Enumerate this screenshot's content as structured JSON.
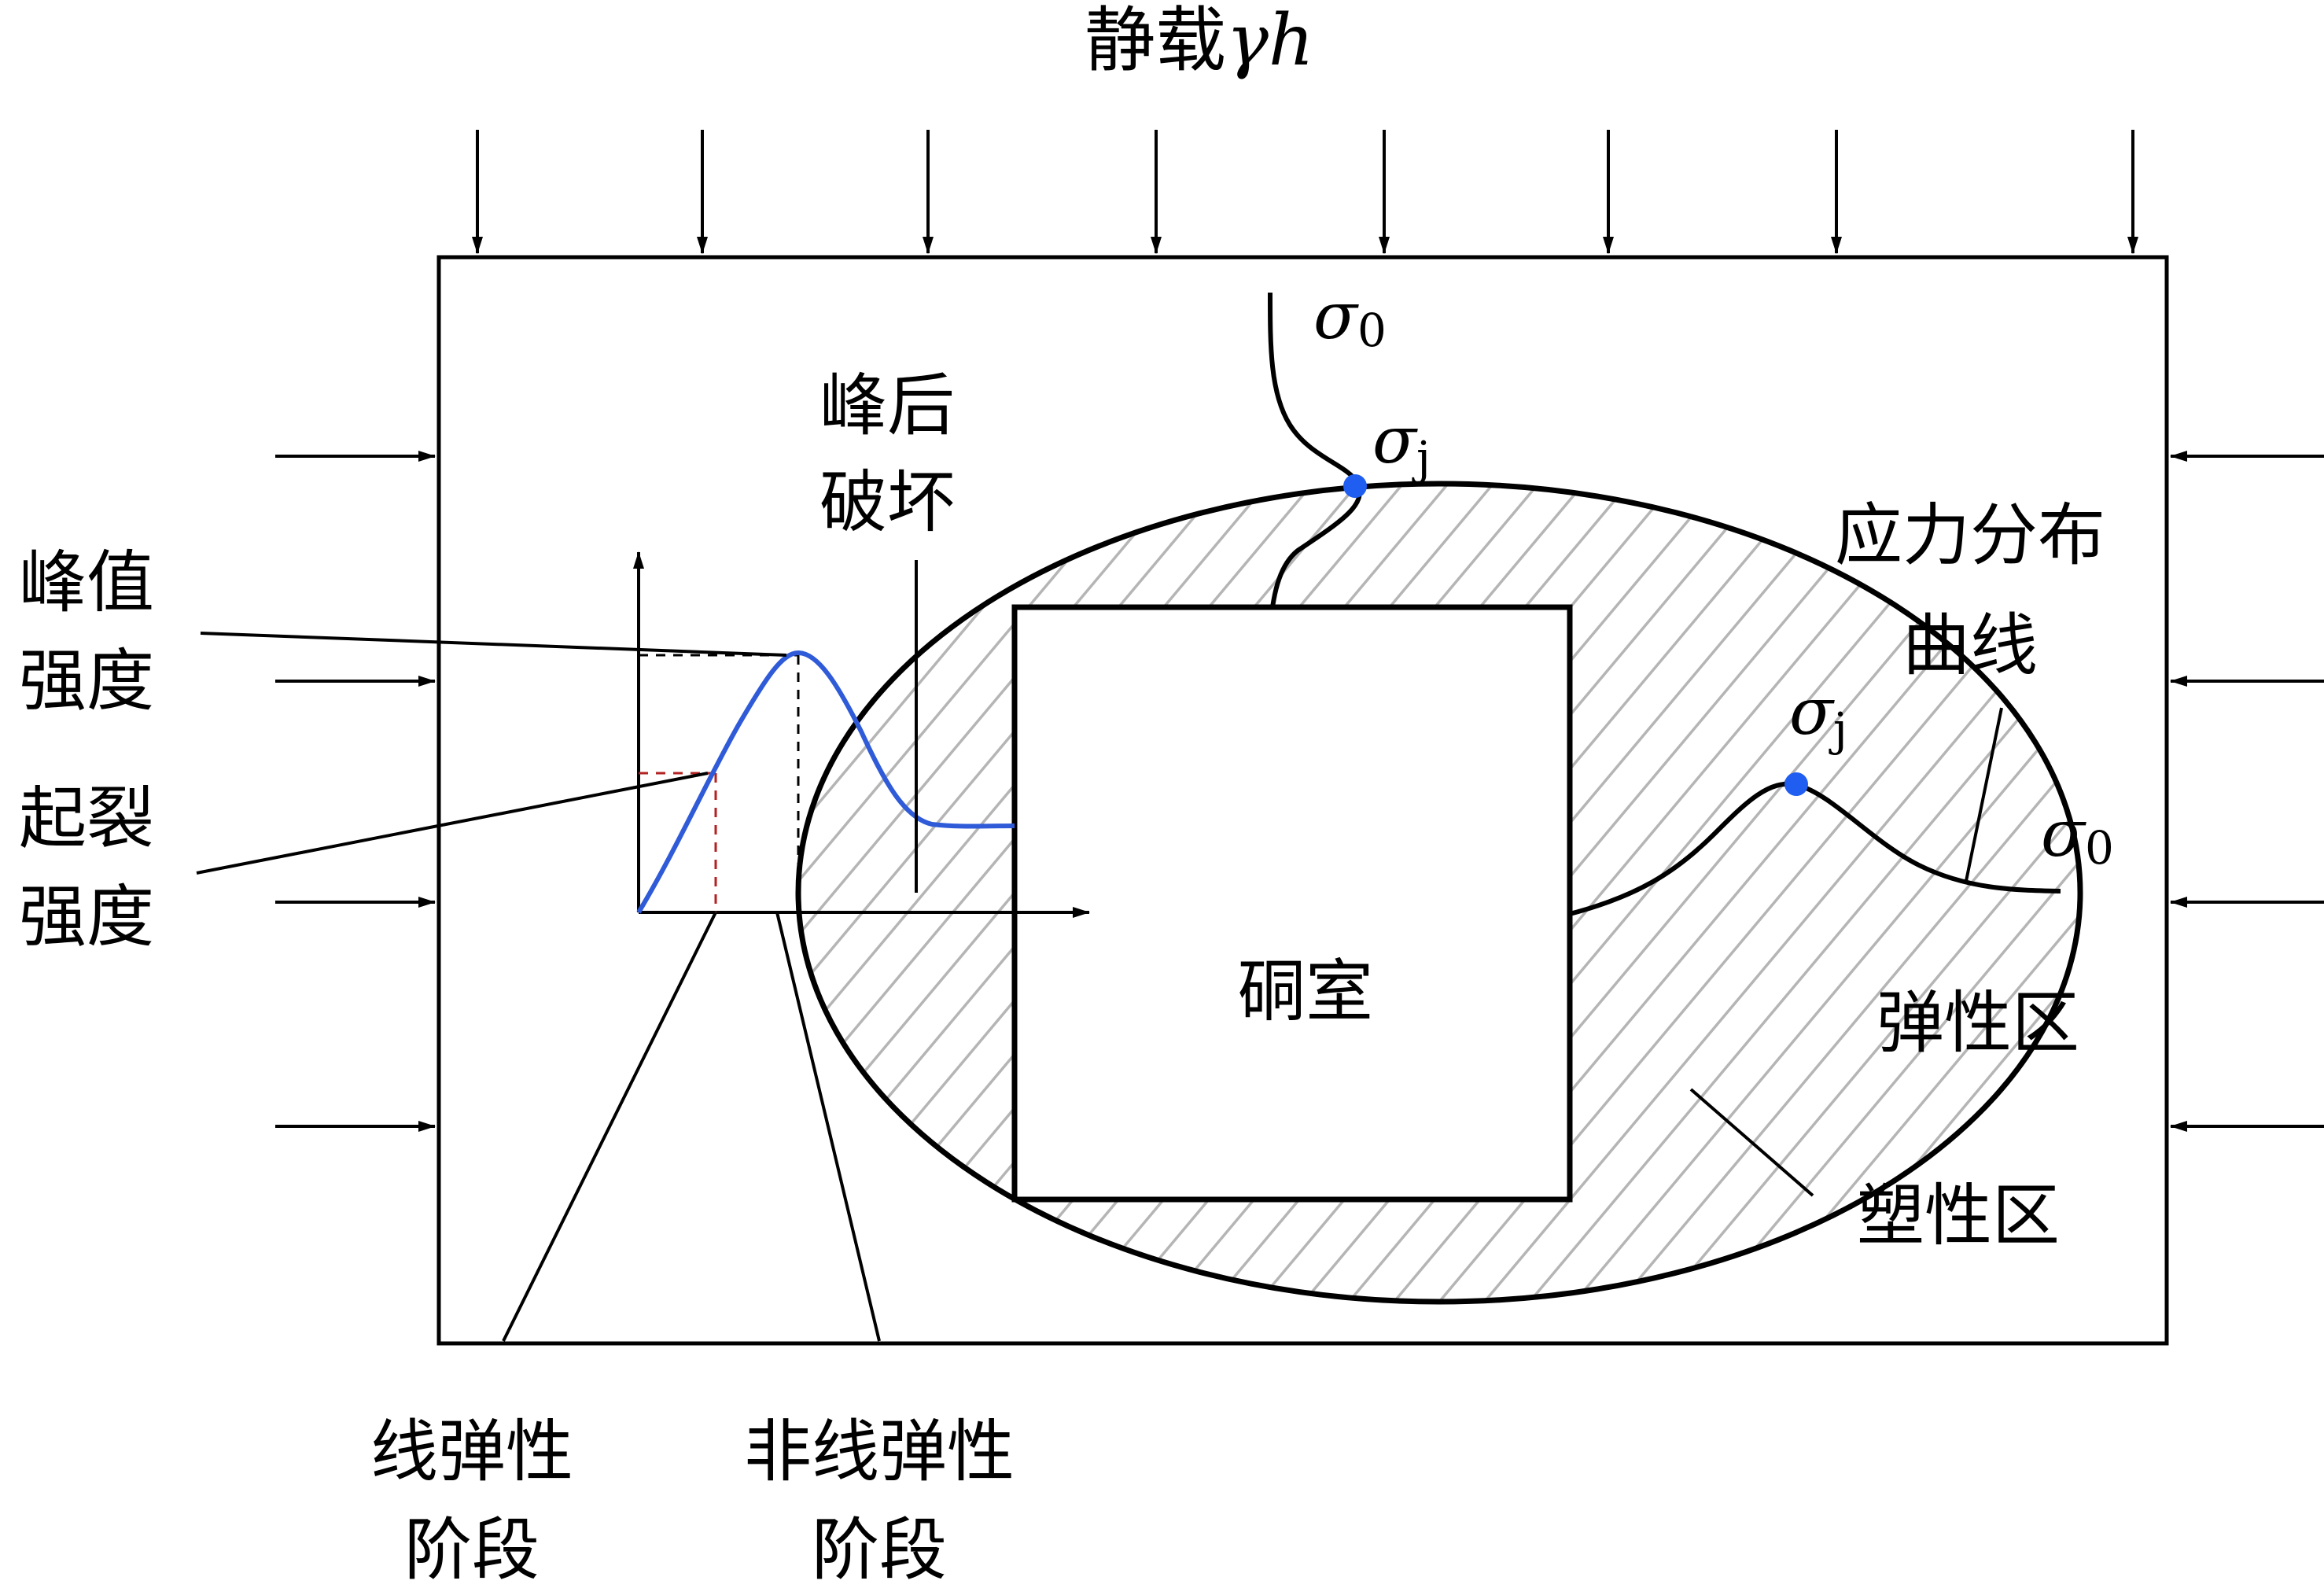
{
  "diagram": {
    "top_label_text": "静载",
    "top_label_symbol": "γh",
    "label_peak_post_line1": "峰后",
    "label_peak_post_line2": "破坏",
    "label_peak_strength_line1": "峰值",
    "label_peak_strength_line2": "强度",
    "label_crack_strength_line1": "起裂",
    "label_crack_strength_line2": "强度",
    "label_chamber": "硐室",
    "label_stress_curve_line1": "应力分布",
    "label_stress_curve_line2": "曲线",
    "label_elastic_zone": "弹性区",
    "label_plastic_zone": "塑性区",
    "label_linear_elastic_line1": "线弹性",
    "label_linear_elastic_line2": "阶段",
    "label_nonlinear_elastic_line1": "非线弹性",
    "label_nonlinear_elastic_line2": "阶段",
    "sigma_symbol": "σ",
    "sub_zero": "0",
    "sub_j": "j",
    "colors": {
      "blue_curve": "#2f5bd8",
      "blue_point": "#1f5ef0",
      "red_dash": "#b22222",
      "hatch": "#b5b5b5",
      "line": "#000000"
    }
  }
}
